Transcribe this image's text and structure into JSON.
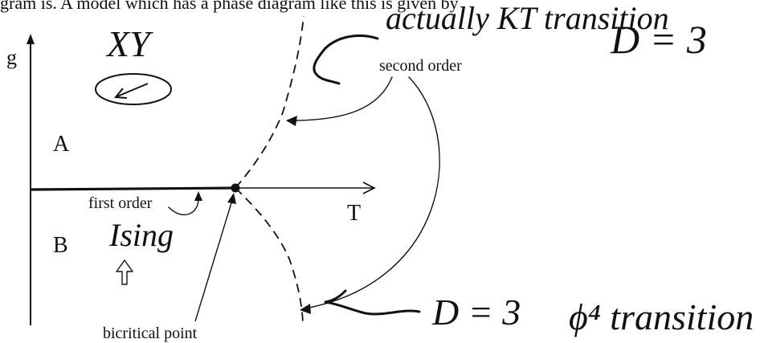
{
  "header_text": "gram is. A model which has a phase diagram like this is given by",
  "axis_labels": {
    "y": "g",
    "x": "T"
  },
  "region_labels": {
    "a": "A",
    "b": "B"
  },
  "annotations": {
    "second_order": "second order",
    "first_order": "first order",
    "bicritical_point": "bicritical point"
  },
  "handwritten": {
    "xy": "XY",
    "kt": "actually KT transition",
    "d3_top": "D = 3",
    "ising": "Ising",
    "d3_bottom": "D = 3",
    "phi4": "ϕ⁴ transition"
  }
}
